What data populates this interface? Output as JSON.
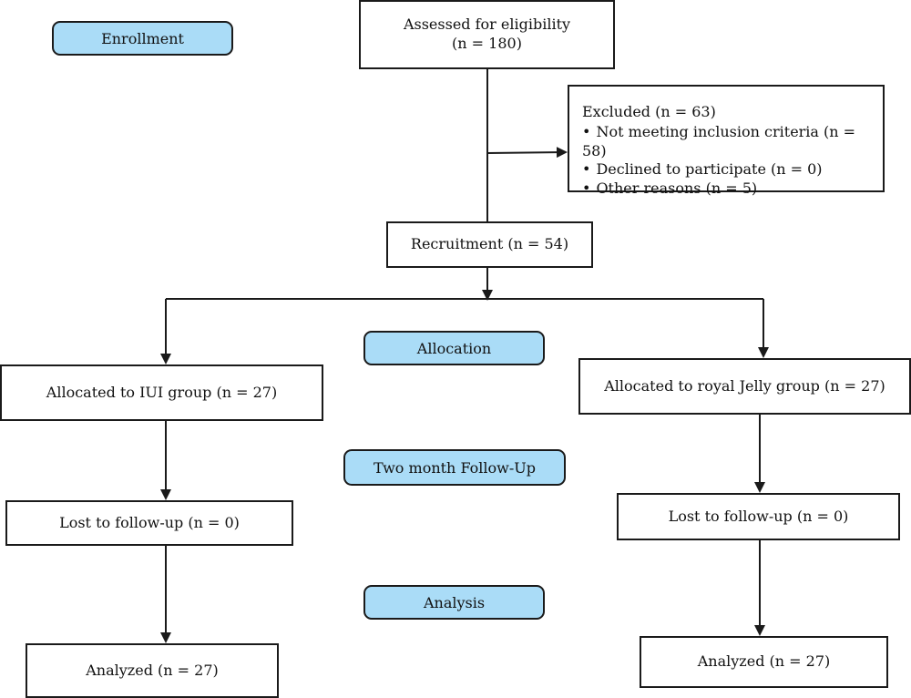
{
  "stages": {
    "enrollment": "Enrollment",
    "allocation": "Allocation",
    "follow_up": "Two month Follow-Up",
    "analysis": "Analysis"
  },
  "assessed": {
    "label": "Assessed for eligibility",
    "count": "(n = 180)"
  },
  "excluded": {
    "title": "Excluded (n = 63)",
    "reasons": [
      "Not meeting inclusion criteria (n = 58)",
      "Declined to participate (n = 0)",
      "Other reasons (n = 5)"
    ]
  },
  "recruitment": "Recruitment (n = 54)",
  "groups": {
    "iui": {
      "allocated": "Allocated to IUI group (n = 27)",
      "lost": "Lost to follow-up (n = 0)",
      "analyzed": "Analyzed (n = 27)"
    },
    "royal_jelly": {
      "allocated": "Allocated to royal Jelly group (n = 27)",
      "lost": "Lost to follow-up (n = 0)",
      "analyzed": "Analyzed (n = 27)"
    }
  }
}
